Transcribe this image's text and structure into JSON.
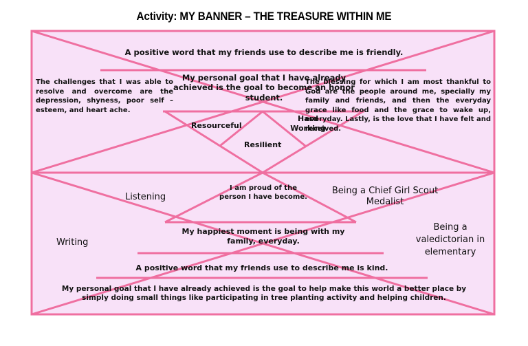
{
  "title": "Activity: MY BANNER – THE TREASURE WITHIN ME",
  "colors": {
    "border": "#ef6fa0",
    "fill": "#f8e1f8",
    "text": "#111111"
  },
  "upper": {
    "top_statement": "A positive word that my friends use to describe me is friendly.",
    "goal_statement": "My personal goal that I have already achieved is the goal to become an honor student.",
    "challenges": "The challenges that I was able to resolve and overcome are the depression, shyness, poor self – esteem, and heart ache.",
    "blessing": "The blessing for which I am most thankful to God are the people around me, specially my family and friends, and then the everyday grace like food and the grace to wake up, everyday. Lastly, is the love that I have felt and received.",
    "traits": {
      "left": "Resourceful",
      "right": "Hard Working",
      "center": "Resilient"
    }
  },
  "lower": {
    "proud": "I am proud of the person I have become.",
    "left_top": "Listening",
    "left_mid": "Writing",
    "right_top": "Being a Chief Girl Scout Medalist",
    "right_mid": "Being a valedictorian in elementary",
    "happiest": "My happiest moment is being with my family, everyday.",
    "kind_statement": "A positive word that my friends use to describe me is kind.",
    "bottom_goal": "My personal goal that I have already achieved is the goal to help make this world a better place by simply doing small things like participating in tree planting activity and helping children."
  }
}
